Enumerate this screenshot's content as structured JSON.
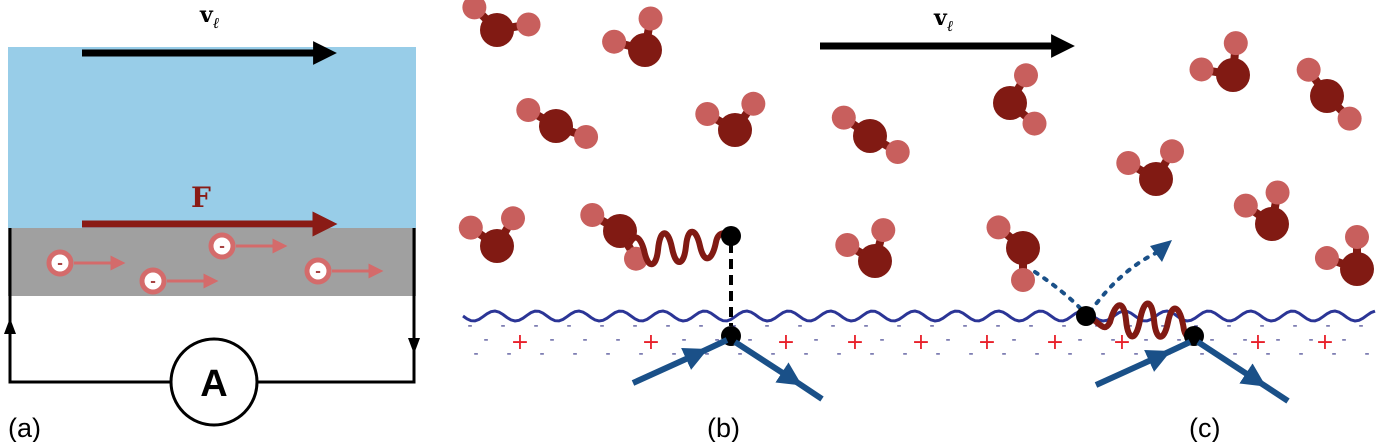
{
  "panel_a": {
    "velocity_label": "v",
    "velocity_subscript": "ℓ",
    "force_label": "F",
    "ammeter_label": "A",
    "electron_sign": "-",
    "panel_label": "(a)"
  },
  "panel_b": {
    "panel_label": "(b)"
  },
  "panel_c": {
    "velocity_label": "v",
    "velocity_subscript": "ℓ",
    "panel_label": "(c)"
  },
  "surface": {
    "plus_sign": "+",
    "minus_sign": "-"
  },
  "colors": {
    "liquid": "#98cde8",
    "solid": "#a0a0a0",
    "oxygen": "#811a13",
    "hydrogen": "#c85f5d",
    "electron_arrow": "#d46b6b",
    "force_arrow": "#8a1b15",
    "interface_wave": "#2b3596",
    "phonon_arrow": "#1a5088",
    "plus_charge": "#e8202a",
    "minus_charge": "#3a3a8a",
    "wire": "#000000"
  }
}
